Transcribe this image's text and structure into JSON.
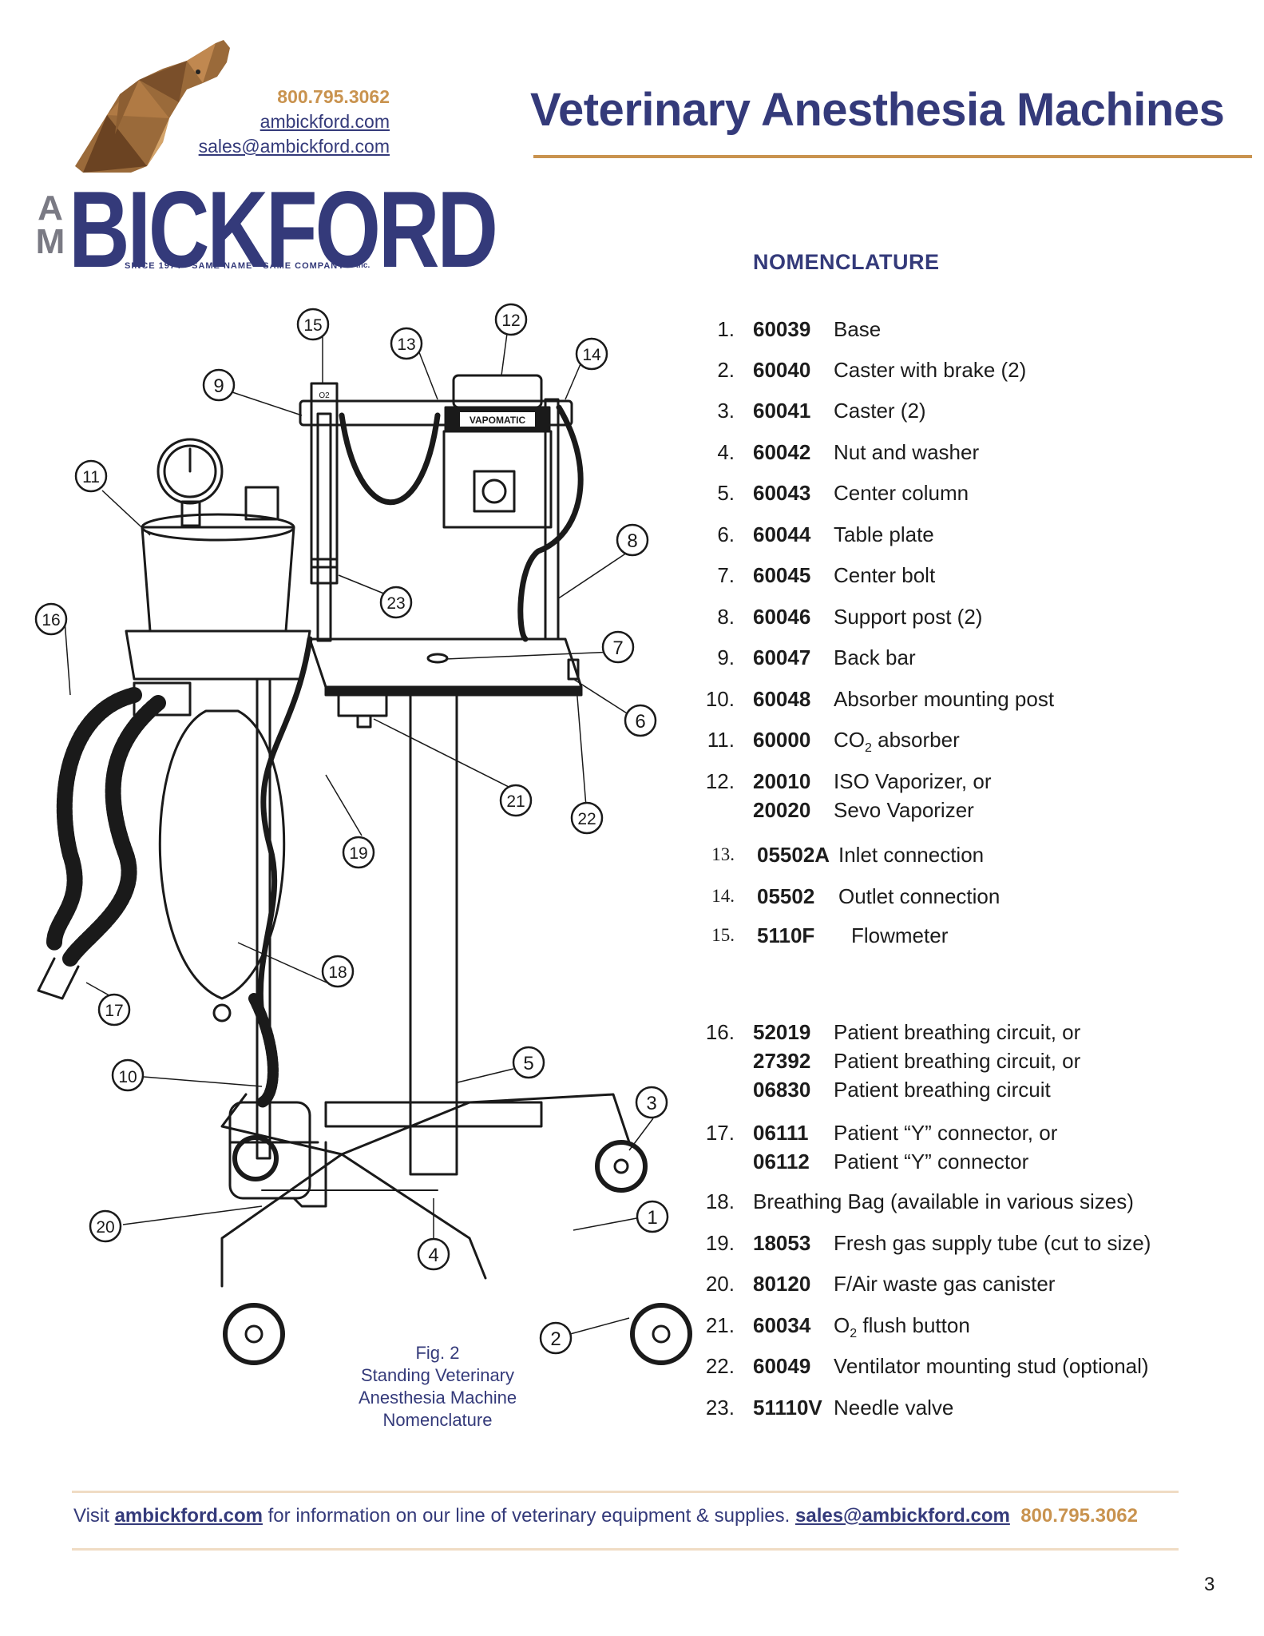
{
  "header": {
    "phone": "800.795.3062",
    "website": "ambickford.com",
    "email": "sales@ambickford.com",
    "logo_letters_top": "A",
    "logo_letters_bottom": "M",
    "logo_name": "BICKFORD",
    "logo_tagline": "SINCE 1974 • SAME NAME • SAME COMPANY",
    "logo_inc": "Inc.",
    "title": "Veterinary Anesthesia Machines"
  },
  "nomenclature": {
    "heading": "NOMENCLATURE",
    "items": [
      {
        "num": "1.",
        "lines": [
          {
            "code": "60039",
            "desc": "Base"
          }
        ]
      },
      {
        "num": "2.",
        "lines": [
          {
            "code": "60040",
            "desc": "Caster with brake (2)"
          }
        ]
      },
      {
        "num": "3.",
        "lines": [
          {
            "code": "60041",
            "desc": "Caster (2)"
          }
        ]
      },
      {
        "num": "4.",
        "lines": [
          {
            "code": "60042",
            "desc": "Nut and washer"
          }
        ]
      },
      {
        "num": "5.",
        "lines": [
          {
            "code": "60043",
            "desc": "Center column"
          }
        ]
      },
      {
        "num": "6.",
        "lines": [
          {
            "code": "60044",
            "desc": "Table plate"
          }
        ]
      },
      {
        "num": "7.",
        "lines": [
          {
            "code": "60045",
            "desc": "Center bolt"
          }
        ]
      },
      {
        "num": "8.",
        "lines": [
          {
            "code": "60046",
            "desc": "Support post (2)"
          }
        ]
      },
      {
        "num": "9.",
        "lines": [
          {
            "code": "60047",
            "desc": "Back bar"
          }
        ]
      },
      {
        "num": "10.",
        "lines": [
          {
            "code": "60048",
            "desc": "Absorber mounting post"
          }
        ]
      },
      {
        "num": "11.",
        "lines": [
          {
            "code": "60000",
            "desc_pre": "CO",
            "desc_sub": "2",
            "desc_post": " absorber"
          }
        ]
      },
      {
        "num": "12.",
        "lines": [
          {
            "code": "20010",
            "desc": "ISO Vaporizer, or"
          },
          {
            "code": "20020",
            "desc": "Sevo Vaporizer"
          }
        ]
      },
      {
        "num": "13.",
        "lines": [
          {
            "code": "05502A",
            "desc": "Inlet connection"
          }
        ]
      },
      {
        "num": "14.",
        "lines": [
          {
            "code": "05502",
            "desc": "Outlet connection"
          }
        ]
      },
      {
        "num": "15.",
        "lines": [
          {
            "code": "5110F",
            "desc": "Flowmeter"
          }
        ]
      },
      {
        "num": "16.",
        "lines": [
          {
            "code": "52019",
            "desc": "Patient breathing circuit, or"
          },
          {
            "code": "27392",
            "desc": "Patient breathing circuit, or"
          },
          {
            "code": "06830",
            "desc": "Patient breathing circuit"
          }
        ]
      },
      {
        "num": "17.",
        "lines": [
          {
            "code": "06111",
            "desc": "Patient “Y” connector, or"
          },
          {
            "code": "06112",
            "desc": "Patient “Y” connector"
          }
        ]
      },
      {
        "num": "18.",
        "lines": [
          {
            "code": "",
            "desc": "Breathing Bag (available in various sizes)"
          }
        ]
      },
      {
        "num": "19.",
        "lines": [
          {
            "code": "18053",
            "desc": "Fresh gas supply tube (cut to size)"
          }
        ]
      },
      {
        "num": "20.",
        "lines": [
          {
            "code": "80120",
            "desc": "F/Air waste gas canister"
          }
        ]
      },
      {
        "num": "21.",
        "lines": [
          {
            "code": "60034",
            "desc_pre": "O",
            "desc_sub": "2",
            "desc_post": " flush button"
          }
        ]
      },
      {
        "num": "22.",
        "lines": [
          {
            "code": "60049",
            "desc": "Ventilator mounting stud (optional)"
          }
        ]
      },
      {
        "num": "23.",
        "lines": [
          {
            "code": "51110V",
            "desc": "Needle valve"
          }
        ]
      }
    ]
  },
  "figure": {
    "vaporizer_label": "VAPOMATIC",
    "o2_label": "O2",
    "callouts": [
      "1",
      "2",
      "3",
      "4",
      "5",
      "6",
      "7",
      "8",
      "9",
      "10",
      "11",
      "12",
      "13",
      "14",
      "15",
      "16",
      "17",
      "18",
      "19",
      "20",
      "21",
      "22",
      "23"
    ],
    "caption_line1": "Fig. 2",
    "caption_line2": "Standing Veterinary",
    "caption_line3": "Anesthesia Machine",
    "caption_line4": "Nomenclature"
  },
  "footer": {
    "visit": "Visit ",
    "website": "ambickford.com",
    "middle": " for information on our line of veterinary equipment & supplies.  ",
    "email": "sales@ambickford.com",
    "phone": "800.795.3062",
    "page_number": "3"
  },
  "colors": {
    "navy": "#343a7a",
    "gold": "#c9934f"
  }
}
